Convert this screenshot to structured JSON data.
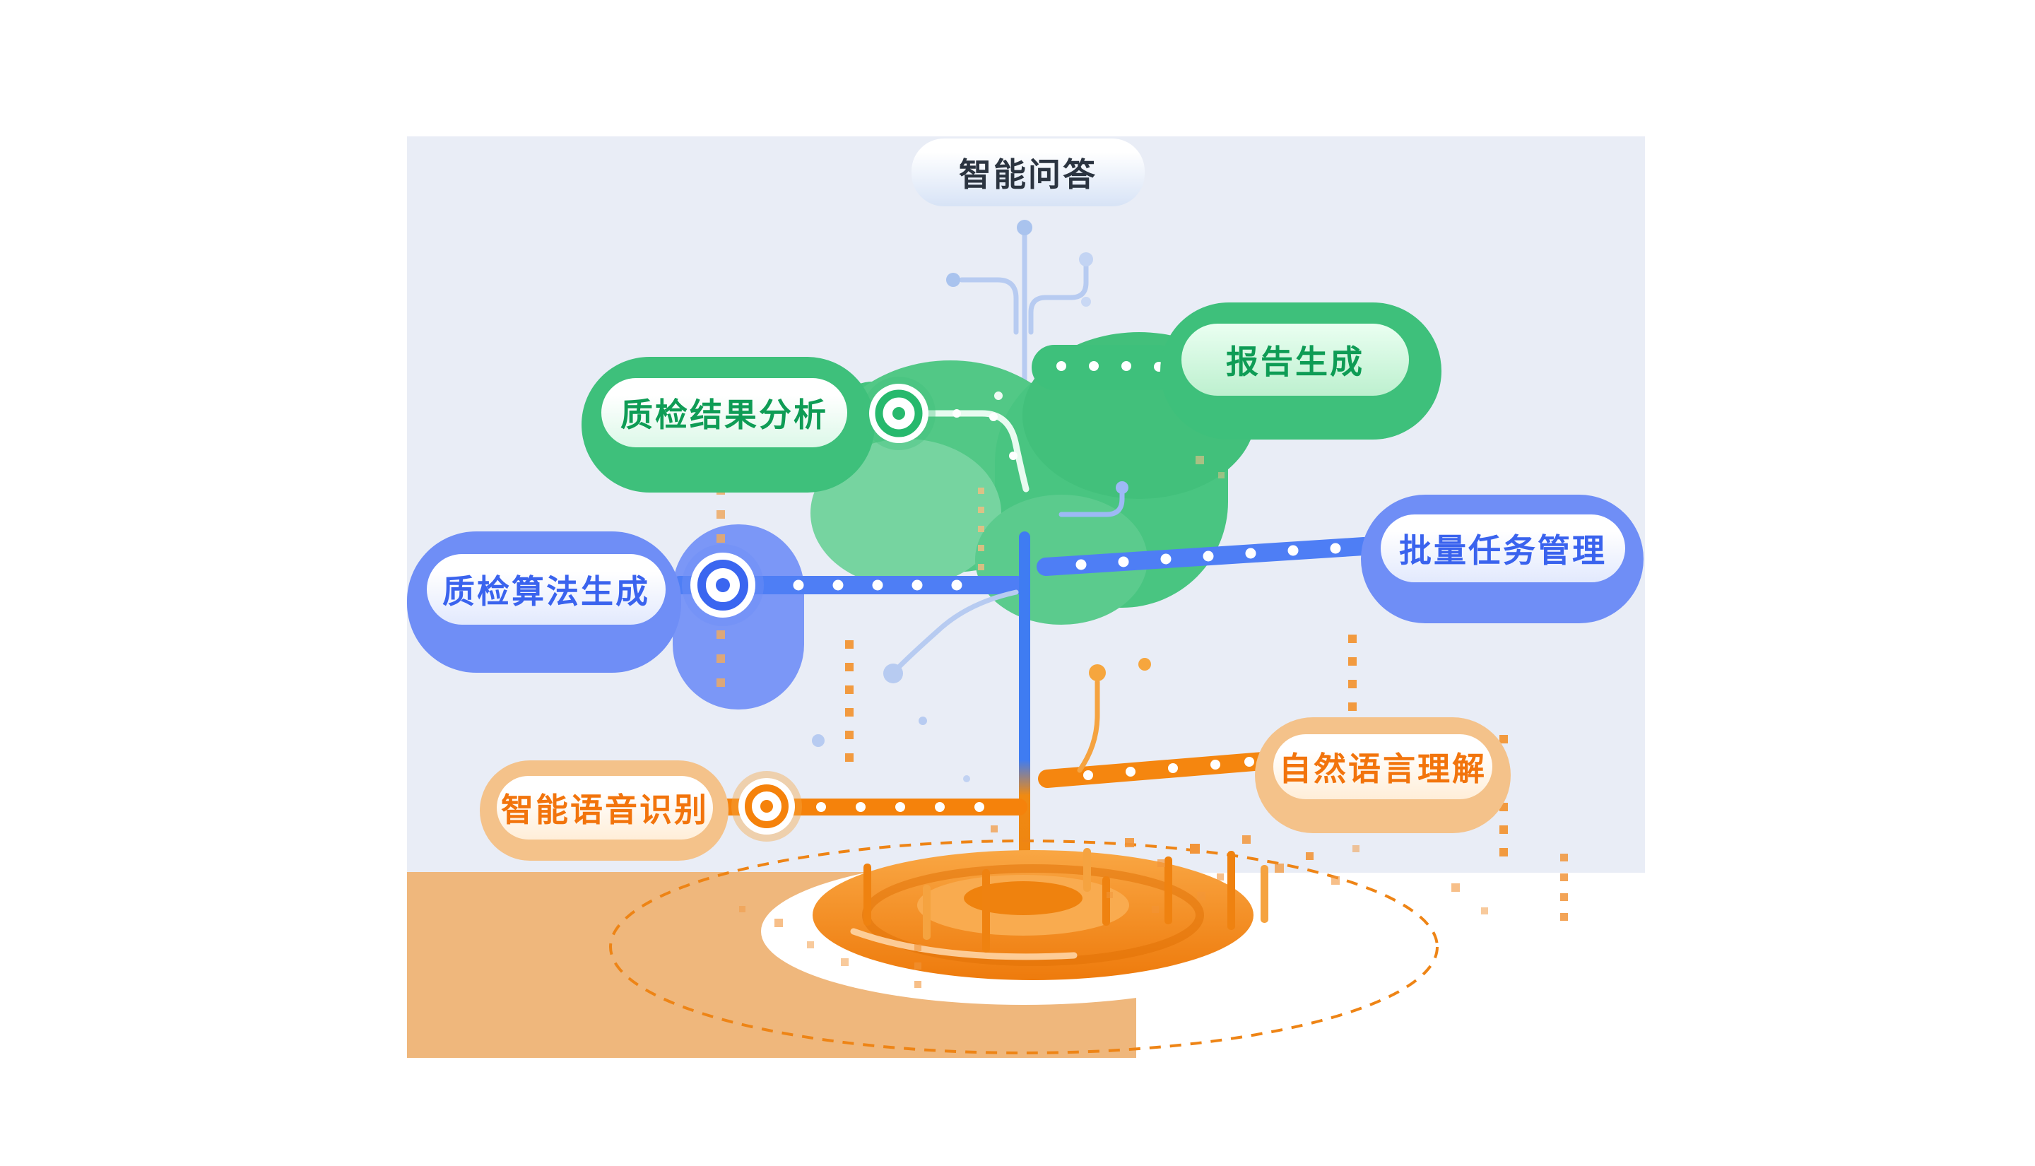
{
  "diagram": {
    "nodes": [
      {
        "id": "intelligent-qa",
        "label": "智能问答",
        "theme": "neutral"
      },
      {
        "id": "report-generation",
        "label": "报告生成",
        "theme": "green"
      },
      {
        "id": "qc-result-analysis",
        "label": "质检结果分析",
        "theme": "green"
      },
      {
        "id": "batch-task-management",
        "label": "批量任务管理",
        "theme": "blue"
      },
      {
        "id": "qc-algorithm-generation",
        "label": "质检算法生成",
        "theme": "blue"
      },
      {
        "id": "natural-language-understanding",
        "label": "自然语言理解",
        "theme": "orange"
      },
      {
        "id": "intelligent-speech-recognition",
        "label": "智能语音识别",
        "theme": "orange"
      }
    ],
    "colors": {
      "green": "#3ec07b",
      "green_text": "#0e9c55",
      "blue_outer": "#6f8ef6",
      "blue_line": "#4e7ef5",
      "blue_text": "#3a63ee",
      "orange": "#f5820b",
      "orange_tan": "#f4c28a",
      "orange_text": "#f2740c",
      "light_blue": "#b7cbf1",
      "panel_background": "#e9edf6",
      "ground": "#efb77c",
      "dark_text": "#2b3440"
    }
  }
}
